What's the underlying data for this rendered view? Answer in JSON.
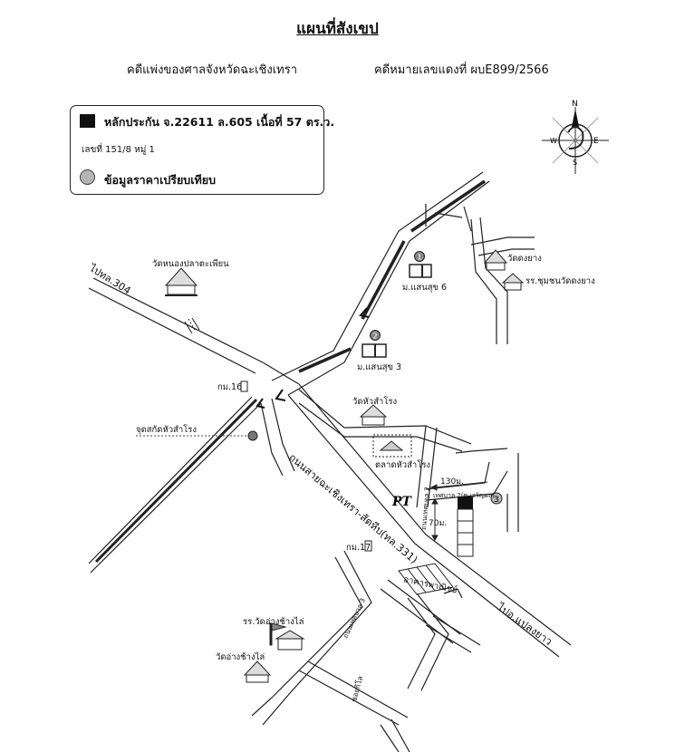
{
  "header": {
    "title": "แผนที่สังเขป",
    "court": "คดีแพ่งของศาลจังหวัดฉะเชิงเทรา",
    "case_no": "คดีหมายเลขแดงที่ ผบE899/2566"
  },
  "legend": {
    "collateral": "หลักประกัน จ.22611 ล.605 เนื้อที่ 57 ตร.ว.",
    "house_no": "เลขที่ 151/8 หมู่ 1",
    "comparison": "ข้อมูลราคาเปรียบเทียบ"
  },
  "compass": {
    "n": "N",
    "e": "E",
    "s": "S",
    "w": "W"
  },
  "labels": {
    "to_route_304": "ไปทล.304",
    "wat_nong_pla": "วัดหนองปลาตะเพียน",
    "wat_dong_yang": "วัดดงยาง",
    "school_dong_yang": "รร.ชุมชนวัดดงยาง",
    "village_6": "ม.แสนสุข 6",
    "village_3": "ม.แสนสุข 3",
    "km16": "กม.16",
    "checkpoint": "จุดสกัดหัวสำโรง",
    "wat_hua_samrong": "วัดหัวสำโรง",
    "market": "ตลาดหัวสำโรง",
    "main_road": "ถนนสายฉะเชิงเทรา-สัตหีบ(ทล.331)",
    "dist_130": "130ม.",
    "dist_70": "70ม.",
    "soi_wajan": "เทศบาล 2(ซ.เจริญผล)",
    "soi_muni2": "ถนนเทศบาล 2",
    "km17": "กม.17",
    "commercial": "อาคารพาณิชย์",
    "to_plaeng_yao": "ไปอ.แปลงยาว",
    "soi_muni3": "ถนนเทศบาล 3",
    "school_wat_ang": "รร.วัดอ่างช้างไล่",
    "wat_ang": "วัดอ่างช้างไล่",
    "soi_bottom": "ซอยกิโล",
    "comparison_no": "3"
  },
  "markers": {
    "village_6_no": "1",
    "village_3_no": "2"
  }
}
